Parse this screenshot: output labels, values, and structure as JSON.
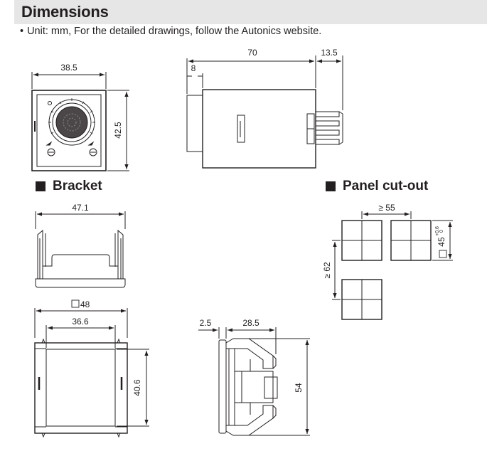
{
  "title": "Dimensions",
  "note": "Unit: mm, For the detailed drawings, follow the Autonics website.",
  "sections": {
    "bracket": "Bracket",
    "panel_cutout": "Panel cut-out"
  },
  "dimensions": {
    "front_width": "38.5",
    "front_height": "42.5",
    "side_length": "70",
    "side_pins": "13.5",
    "side_front": "8",
    "bracket_width": "47.1",
    "bracket_square": "48",
    "bracket_inner_width": "36.6",
    "bracket_inner_height": "40.6",
    "bracket_side_thickness": "2.5",
    "bracket_side_depth": "28.5",
    "bracket_side_height": "54",
    "cutout_pitch_h": "≥ 55",
    "cutout_pitch_v": "≥ 62",
    "cutout_size": "45",
    "cutout_tol_upper": "+0.6",
    "cutout_tol_lower": "0"
  },
  "colors": {
    "line": "#231f20",
    "title_bg": "#e6e6e6"
  }
}
